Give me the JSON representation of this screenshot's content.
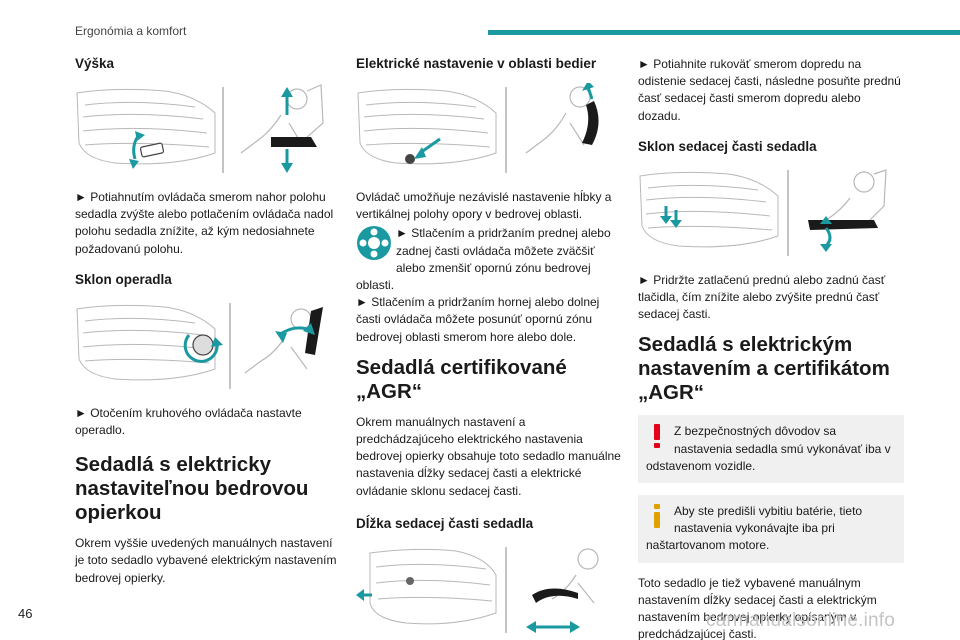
{
  "header": {
    "section": "Ergonómia a komfort"
  },
  "page_number": "46",
  "watermark": "carmanualsonline.info",
  "col1": {
    "h_height": "Výška",
    "p_height": "► Potiahnutím ovládača smerom nahor polohu sedadla zvýšte alebo potlačením ovládača nadol polohu sedadla znížite, až kým nedosiahnete požadovanú polohu.",
    "h_backrest": "Sklon operadla",
    "p_backrest": "► Otočením kruhového ovládača nastavte operadlo.",
    "h_electric": "Sedadlá s elektricky nastaviteľnou bedrovou opierkou",
    "p_electric": "Okrem vyššie uvedených manuálnych nastavení je toto sedadlo vybavené elektrickým nastavením bedrovej opierky."
  },
  "col2": {
    "h_lumbar": "Elektrické nastavenie v oblasti bedier",
    "p_lumbar_intro": "Ovládač umožňuje nezávislé nastavenie hĺbky a vertikálnej polohy opory v bedrovej oblasti.",
    "p_lumbar_front": "► Stlačením a pridržaním prednej alebo zadnej časti ovládača môžete zväčšiť alebo zmenšiť opornú zónu bedrovej oblasti.",
    "p_lumbar_top": "► Stlačením a pridržaním hornej alebo dolnej časti ovládača môžete posunúť opornú zónu bedrovej oblasti smerom hore alebo dole.",
    "h_agr": "Sedadlá certifikované „AGR“",
    "p_agr": "Okrem manuálnych nastavení a predchádzajúceho elektrického nastavenia bedrovej opierky obsahuje toto sedadlo manuálne nastavenia dĺžky sedacej časti a elektrické ovládanie sklonu sedacej časti.",
    "h_length": "Dĺžka sedacej časti sedadla"
  },
  "col3": {
    "p_length": "► Potiahnite rukoväť smerom dopredu na odistenie sedacej časti, následne posuňte prednú časť sedacej časti smerom dopredu alebo dozadu.",
    "h_tilt": "Sklon sedacej časti sedadla",
    "p_tilt": "► Pridržte zatlačenú prednú alebo zadnú časť tlačidla, čím znížite alebo zvýšite prednú časť sedacej časti.",
    "h_agr_electric": "Sedadlá s elektrickým nastavením a certifikátom „AGR“",
    "warn": "Z bezpečnostných dôvodov sa nastavenia sedadla smú vykonávať iba v odstavenom vozidle.",
    "info": "Aby ste predišli vybitiu batérie, tieto nastavenia vykonávajte iba pri naštartovanom motore.",
    "p_final": "Toto sedadlo je tiež vybavené manuálnym nastavením dĺžky sedacej časti a elektrickým nastavením bedrovej opierky opísaným v predchádzajúcej časti."
  },
  "colors": {
    "accent": "#1a9aa0",
    "warning": "#e2001a",
    "info": "#e0a100",
    "note_bg": "#f0f0f0"
  }
}
